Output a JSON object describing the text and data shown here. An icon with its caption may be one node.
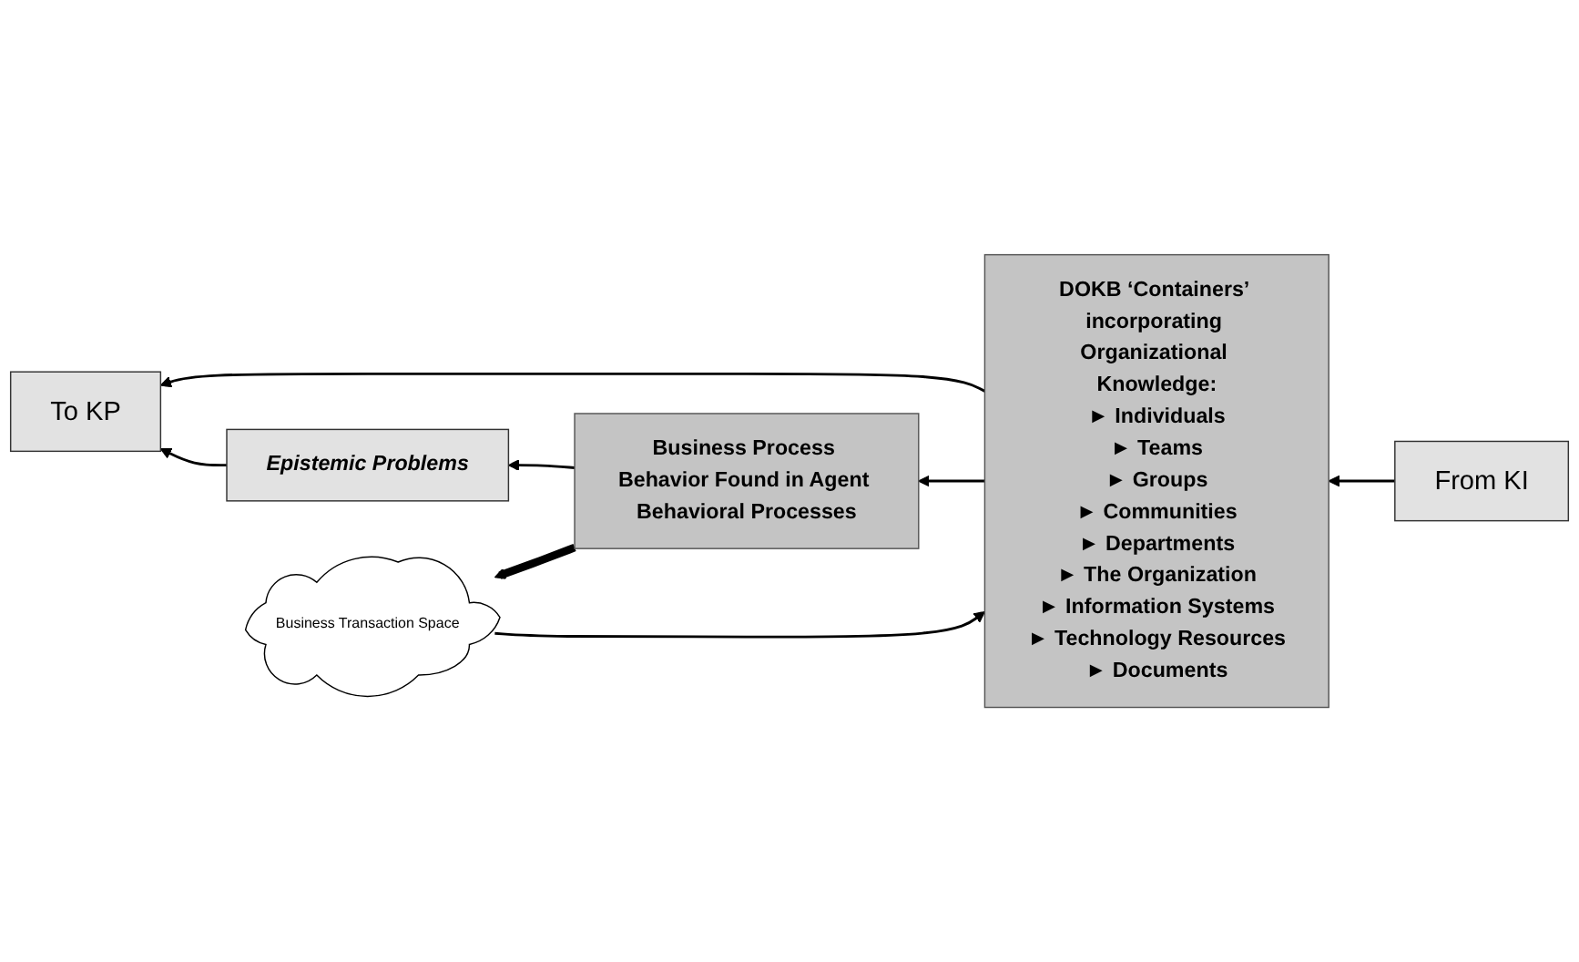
{
  "diagram": {
    "nodes": [
      {
        "text": [
          "To KP"
        ]
      },
      {
        "text": [
          "Epistemic Problems"
        ]
      },
      {
        "text": [
          "DOKB ‘Containers’ incorporating Organizational Knowledge:",
          "► Individuals",
          "► Teams",
          "► Groups",
          "► Communities",
          "► Departments",
          "► The Organization",
          "► Information Systems",
          "► Technology Resources",
          "► Documents"
        ]
      },
      {
        "text": [
          "Business Process Behavior Found in Agent Behavioral Processes"
        ]
      },
      {
        "text": [
          "From KI"
        ]
      },
      {
        "text": [
          "Business Transaction Space"
        ]
      }
    ],
    "edges": [
      {
        "from": 2,
        "to": 0,
        "arrow": "to"
      },
      {
        "from": 1,
        "to": 0,
        "arrow": "to"
      },
      {
        "from": 3,
        "to": 1,
        "arrow": "to"
      },
      {
        "from": 2,
        "to": 3,
        "arrow": "to"
      },
      {
        "from": 4,
        "to": 2,
        "arrow": "to"
      },
      {
        "from": 3,
        "to": 5,
        "arrow": "to",
        "style": "thick"
      },
      {
        "from": 5,
        "to": 2,
        "arrow": "to"
      }
    ]
  }
}
